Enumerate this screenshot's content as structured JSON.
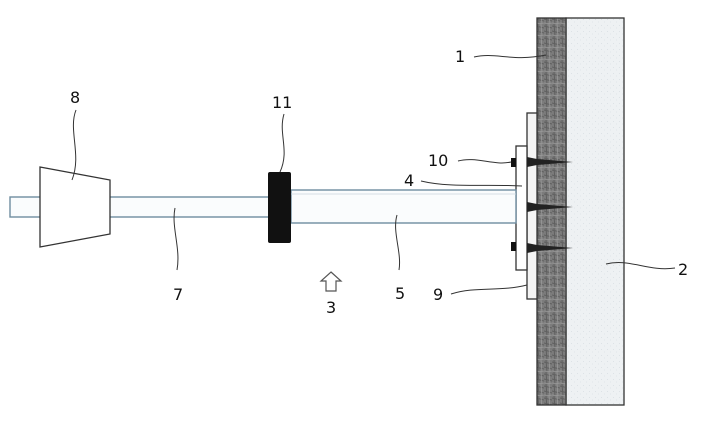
{
  "labels": {
    "l1": "1",
    "l2": "2",
    "l3": "3",
    "l4": "4",
    "l5": "5",
    "l7": "7",
    "l8": "8",
    "l9": "9",
    "l10": "10",
    "l11": "11"
  },
  "colors": {
    "wall_surface": "#7d7d7d",
    "wall_body": "#eef1f3",
    "pipe_fill": "#fafcfd",
    "pipe_edge": "#6f8da0",
    "clamp": "#111111",
    "spike": "#222222",
    "line": "#333333"
  }
}
